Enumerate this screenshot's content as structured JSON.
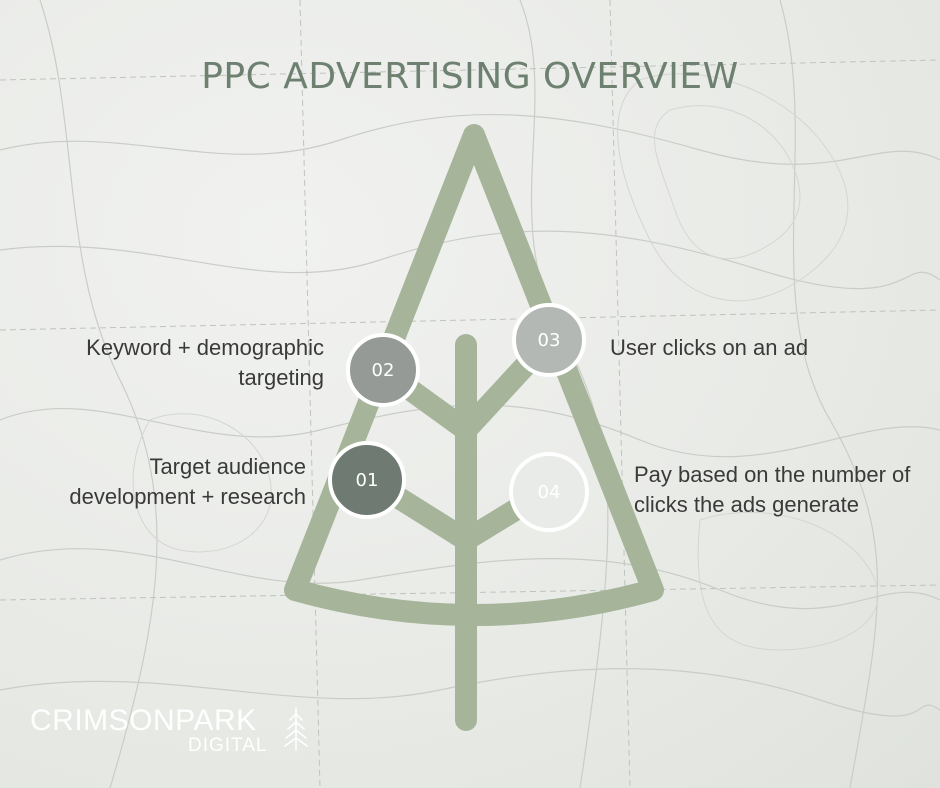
{
  "title": "PPC ADVERTISING OVERVIEW",
  "colors": {
    "tree": "#a6b499",
    "title": "#6e8070",
    "step01": "#6e7a72",
    "step02": "#959a97",
    "step03": "#b4b8b5",
    "step04": "#e9ebe9"
  },
  "steps": [
    {
      "number": "01",
      "text_lines": [
        "Target audience",
        "development + research"
      ]
    },
    {
      "number": "02",
      "text_lines": [
        "Keyword + demographic",
        "targeting"
      ]
    },
    {
      "number": "03",
      "text_lines": [
        "User clicks on an ad"
      ]
    },
    {
      "number": "04",
      "text_lines": [
        "Pay based on the number of",
        "clicks the ads generate"
      ]
    }
  ],
  "logo": {
    "main": "CRIMSONPARK",
    "sub": "DIGITAL",
    "icon": "pine-tree-icon"
  }
}
